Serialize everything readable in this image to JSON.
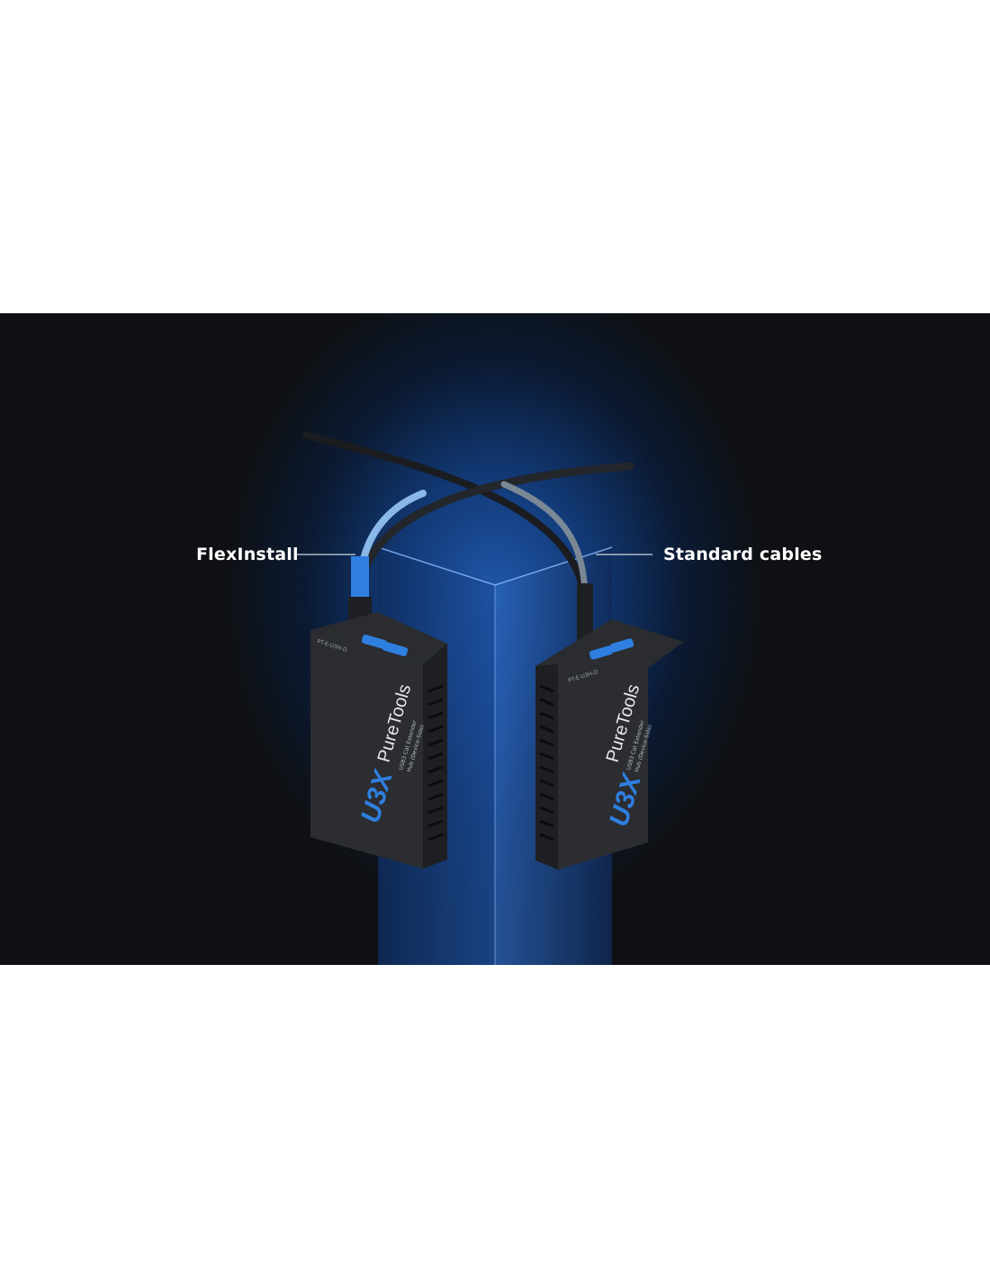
{
  "labels": {
    "left": "FlexInstall",
    "right": "Standard cables"
  },
  "device": {
    "brand": "PureTools",
    "model": "U3X",
    "line1": "USB3 Cat Extender",
    "line2": "Hub (Device-Side)",
    "part": "PT-E-U3H-D"
  },
  "colors": {
    "accent": "#2f7fe0",
    "background": "#0e1013"
  }
}
